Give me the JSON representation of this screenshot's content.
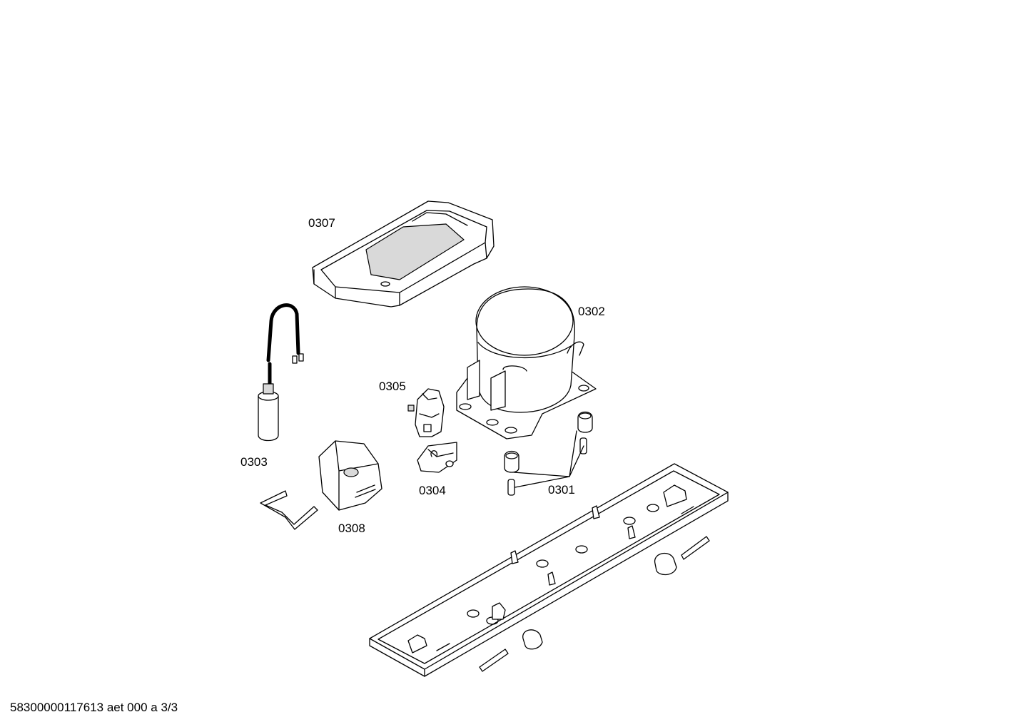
{
  "labels": {
    "p0307": "0307",
    "p0302": "0302",
    "p0305": "0305",
    "p0303": "0303",
    "p0304": "0304",
    "p0301": "0301",
    "p0308": "0308"
  },
  "footer": "58300000117613 aet 000 a 3/3"
}
